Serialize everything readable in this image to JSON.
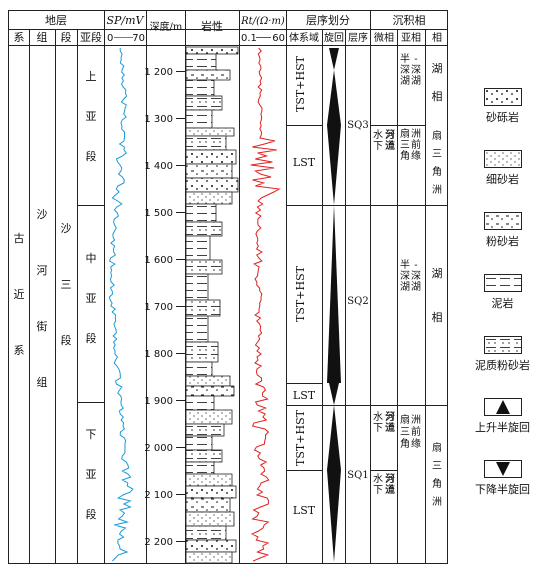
{
  "header": {
    "stratum": "地层",
    "sys": "系",
    "group": "组",
    "section": "段",
    "subsection": "亚段",
    "sp_title": "SP/mV",
    "sp_min": "0",
    "sp_max": "70",
    "depth": "深度/m",
    "lith": "岩性",
    "rt_title": "Rt/(Ω·m)",
    "rt_min": "0.1",
    "rt_max": "60",
    "seq_div": "层序划分",
    "systems_tract": "体系域",
    "cycle": "旋回",
    "sequence": "层序",
    "sed_facies": "沉积相",
    "micro": "微相",
    "sub": "亚相",
    "facies": "相"
  },
  "strat": {
    "system": "古近系",
    "group": "沙河街组",
    "section": "沙三段",
    "subsections": [
      "上亚段",
      "中亚段",
      "下亚段"
    ]
  },
  "depth_ticks": [
    "1 200",
    "1 300",
    "1 400",
    "1 500",
    "1 600",
    "1 700",
    "1 800",
    "1 900",
    "2 000",
    "2 100",
    "2 200"
  ],
  "tracts": [
    "TST+HST",
    "LST",
    "TST+HST",
    "LST",
    "TST+HST",
    "LST"
  ],
  "sequences": [
    "SQ3",
    "SQ2",
    "SQ1"
  ],
  "micro_facies": [
    "水下分流河道",
    "水下分流河道",
    "水下分流河道"
  ],
  "sub_facies": [
    "半深湖-深湖",
    "扇三角洲前缘",
    "半深湖-深湖",
    "扇三角洲前缘"
  ],
  "facies": [
    "湖相",
    "扇三角洲",
    "湖相",
    "扇三角洲"
  ],
  "legend": [
    {
      "name": "砂砾岩",
      "pattern": "gravel"
    },
    {
      "name": "细砂岩",
      "pattern": "fine"
    },
    {
      "name": "粉砂岩",
      "pattern": "silt"
    },
    {
      "name": "泥岩",
      "pattern": "mud"
    },
    {
      "name": "泥质粉砂岩",
      "pattern": "mudsilt"
    },
    {
      "name": "上升半旋回",
      "pattern": "rising-triangle-icon"
    },
    {
      "name": "下降半旋回",
      "pattern": "falling-triangle-icon"
    }
  ],
  "colors": {
    "sp": "#1a9ad6",
    "rt": "#e02020",
    "line": "#222222"
  }
}
